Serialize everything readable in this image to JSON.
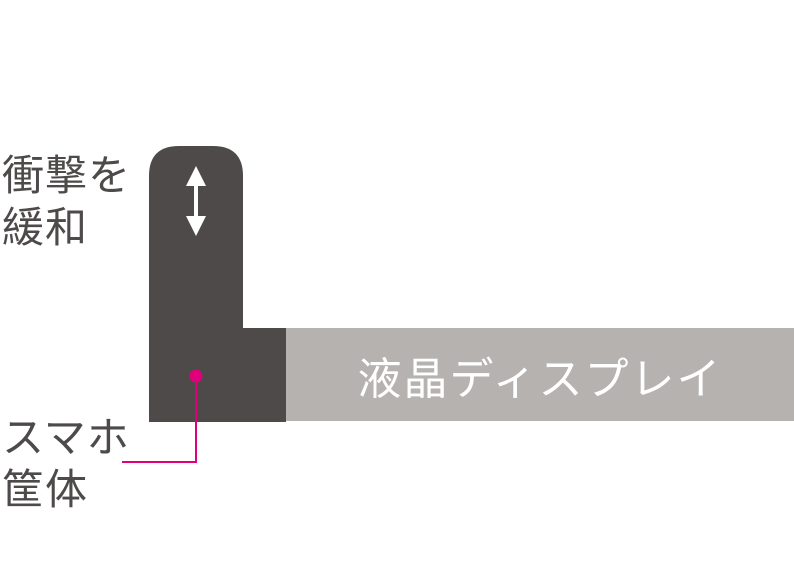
{
  "labels": {
    "shock_line1": "衝撃を",
    "shock_line2": "緩和",
    "display": "液晶ディスプレイ",
    "case_line1": "スマホ",
    "case_line2": "筐体"
  },
  "colors": {
    "case": "#4d4a49",
    "display": "#b5b2af",
    "display_text": "#ffffff",
    "label_text": "#4d4a49",
    "leader": "#e0007a",
    "arrow": "#ffffff"
  },
  "icons": {
    "shock_arrow": "double-headed-vertical-arrow-icon",
    "leader_dot": "pointer-dot-icon"
  }
}
